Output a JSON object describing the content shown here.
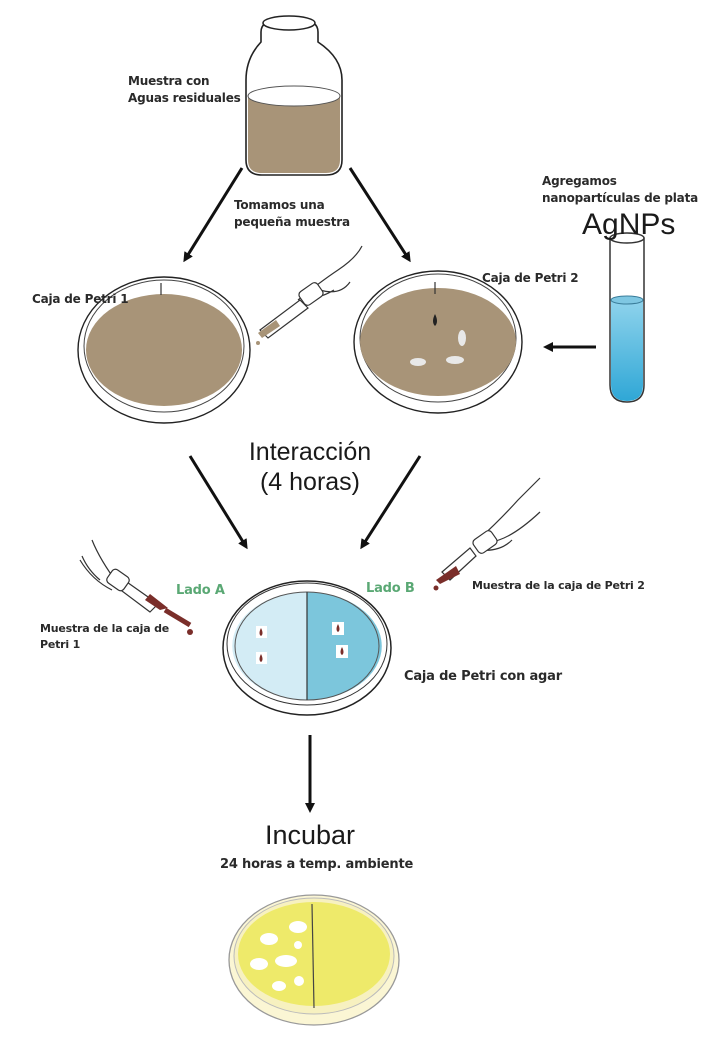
{
  "title": "Ensayo de actividad antibacteriana de nanopartículas de plata en aguas residuales",
  "labels": {
    "sample_line1": "Muestra con",
    "sample_line2": "Aguas residuales",
    "take_line1": "Tomamos una",
    "take_line2": "pequeña muestra",
    "add_line1": "Agregamos",
    "add_line2": "nanopartículas de plata",
    "agnps": "AgNPs",
    "petri1": "Caja de Petri 1",
    "petri2": "Caja de Petri 2",
    "interaction": "Interacción",
    "interaction_time": "(4 horas)",
    "side_a": "Lado A",
    "side_b": "Lado B",
    "sample_from_1_line1": "Muestra de la caja de",
    "sample_from_1_line2": "Petri 1",
    "sample_from_2": "Muestra de la caja de Petri 2",
    "agar_plate": "Caja de Petri con agar",
    "incubate": "Incubar",
    "incubate_detail": "24 horas a temp. ambiente"
  },
  "colors": {
    "wastewater": "#a89478",
    "agnp_solution": "#4fb3d9",
    "agar_side_a": "#d3ecf5",
    "agar_side_b": "#7cc6dc",
    "sample_drop": "#7a2e2a",
    "incubated_agar": "#eeea6a",
    "side_label": "#5aa874"
  }
}
